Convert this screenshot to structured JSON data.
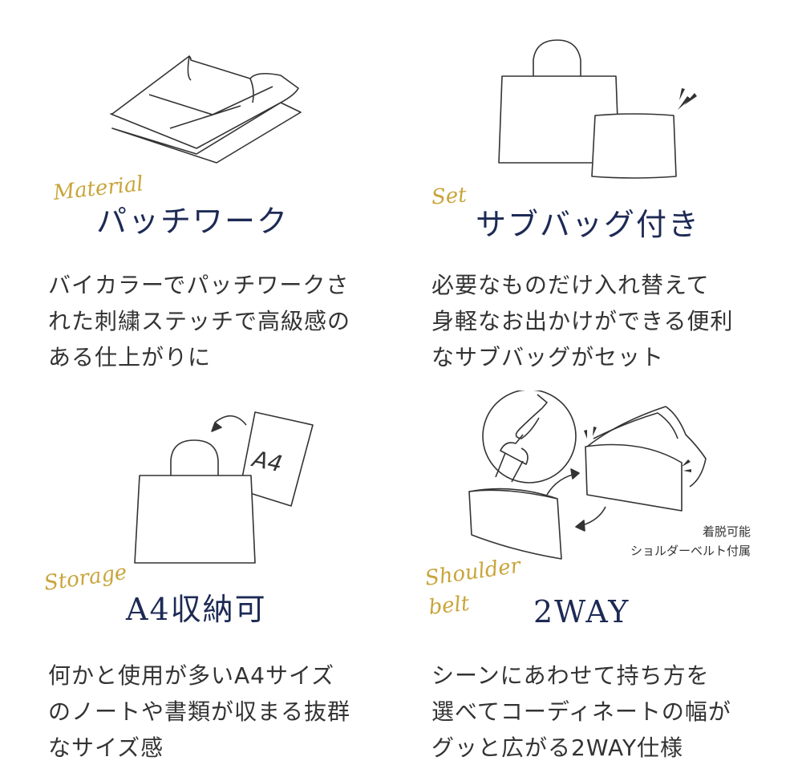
{
  "panels": [
    {
      "label": "Material",
      "title": "パッチワーク",
      "desc_lines": [
        "バイカラーでパッチワークさ",
        "れた刺繍ステッチで高級感の",
        "ある仕上がりに"
      ]
    },
    {
      "label": "Set",
      "title": "サブバッグ付き",
      "desc_lines": [
        "必要なものだけ入れ替えて",
        "身軽なお出かけができる便利",
        "なサブバッグがセット"
      ]
    },
    {
      "label": "Storage",
      "title": "A4収納可",
      "desc_lines": [
        "何かと使用が多いA4サイズ",
        "のノートや書類が収まる抜群",
        "なサイズ感"
      ],
      "paper_text": "A4"
    },
    {
      "label_line1": "Shoulder",
      "label_line2": "belt",
      "title": "2WAY",
      "desc_lines": [
        "シーンにあわせて持ち方を",
        "選べてコーディネートの幅が",
        "グッと広がる2WAY仕様"
      ],
      "note_line1": "着脱可能",
      "note_line2": "ショルダーベルト付属"
    }
  ],
  "colors": {
    "label_gold": "#c9a53a",
    "heading_navy": "#1d2a55",
    "text": "#333333",
    "line": "#333333"
  }
}
